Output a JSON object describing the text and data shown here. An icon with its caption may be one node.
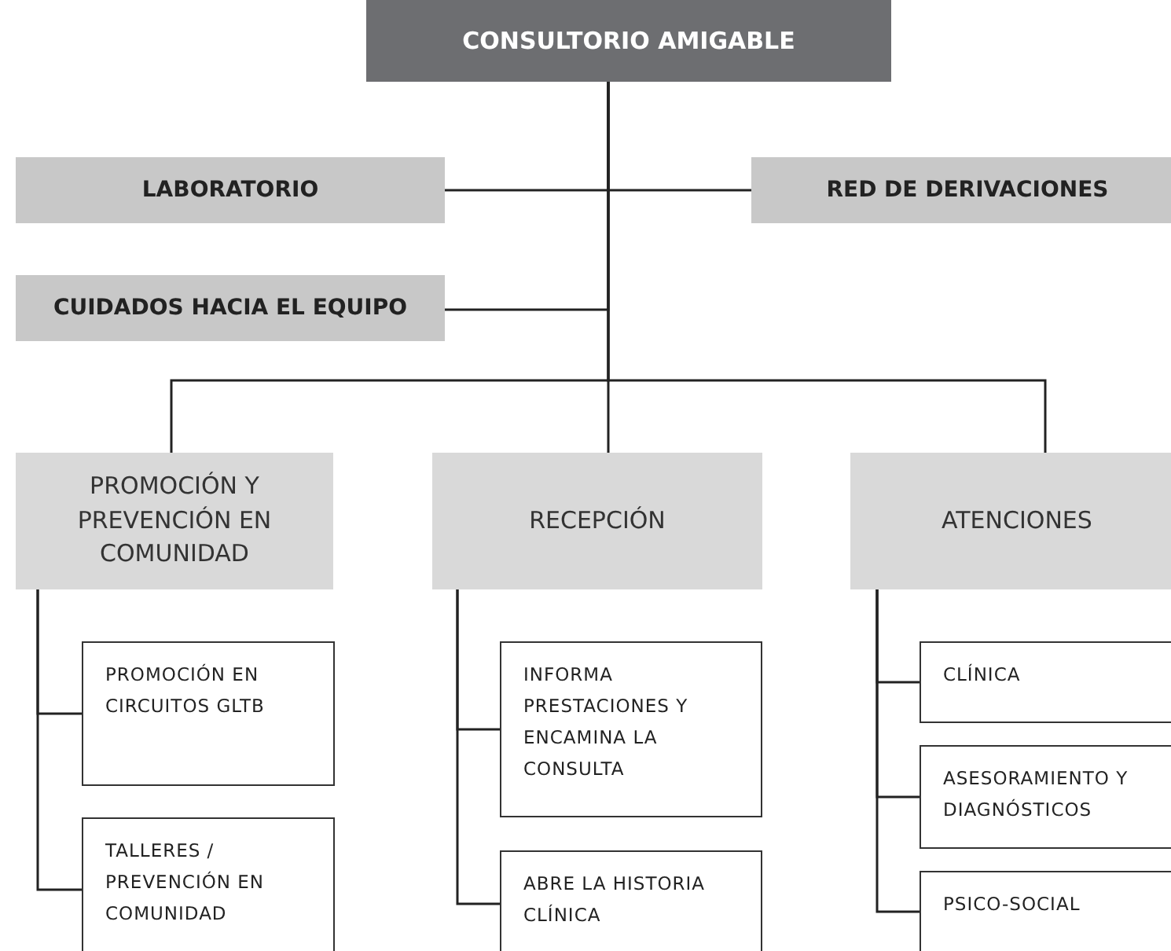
{
  "diagram": {
    "nodes": [
      {
        "text": [
          "CONSULTORIO AMIGABLE"
        ]
      },
      {
        "text": [
          "LABORATORIO"
        ]
      },
      {
        "text": [
          "RED DE DERIVACIONES"
        ]
      },
      {
        "text": [
          "CUIDADOS HACIA EL EQUIPO"
        ]
      },
      {
        "text": [
          "PROMOCIÓN Y PREVENCIÓN EN COMUNIDAD"
        ]
      },
      {
        "text": [
          "RECEPCIÓN"
        ]
      },
      {
        "text": [
          "ATENCIONES"
        ]
      },
      {
        "text": [
          "PROMOCIÓN EN CIRCUITOS GLTB"
        ]
      },
      {
        "text": [
          "TALLERES / PREVENCIÓN EN COMUNIDAD"
        ]
      },
      {
        "text": [
          "INFORMA PRESTACIONES Y ENCAMINA LA CONSULTA"
        ]
      },
      {
        "text": [
          "ABRE LA HISTORIA CLÍNICA"
        ]
      },
      {
        "text": [
          "CLÍNICA"
        ]
      },
      {
        "text": [
          "ASESORAMIENTO Y DIAGNÓSTICOS"
        ]
      },
      {
        "text": [
          "PSICO-SOCIAL"
        ]
      }
    ],
    "edges": [
      {
        "from": 0,
        "to": 1,
        "arrow": "none"
      },
      {
        "from": 0,
        "to": 2,
        "arrow": "none"
      },
      {
        "from": 0,
        "to": 3,
        "arrow": "none"
      },
      {
        "from": 0,
        "to": 4,
        "arrow": "none"
      },
      {
        "from": 0,
        "to": 5,
        "arrow": "none"
      },
      {
        "from": 0,
        "to": 6,
        "arrow": "none"
      },
      {
        "from": 4,
        "to": 7,
        "arrow": "none"
      },
      {
        "from": 4,
        "to": 8,
        "arrow": "none"
      },
      {
        "from": 5,
        "to": 9,
        "arrow": "none"
      },
      {
        "from": 5,
        "to": 10,
        "arrow": "none"
      },
      {
        "from": 6,
        "to": 11,
        "arrow": "none"
      },
      {
        "from": 6,
        "to": 12,
        "arrow": "none"
      },
      {
        "from": 6,
        "to": 13,
        "arrow": "none"
      }
    ]
  }
}
